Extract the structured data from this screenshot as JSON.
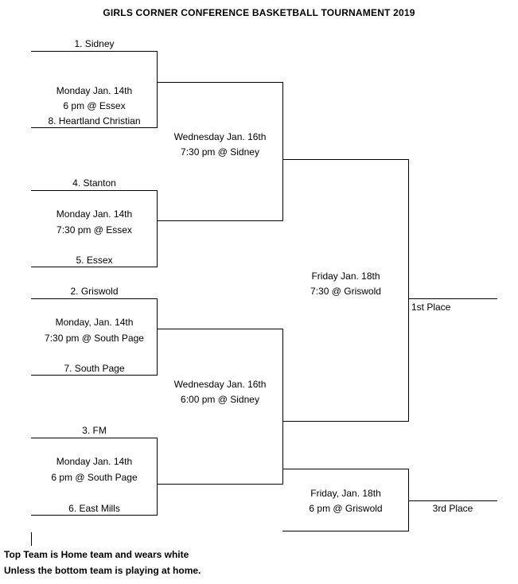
{
  "title": "GIRLS CORNER CONFERENCE BASKETBALL TOURNAMENT 2019",
  "round1": [
    {
      "top_team": "1. Sidney",
      "date": "Monday Jan. 14th",
      "time_place": "6 pm @ Essex",
      "bottom_team": "8. Heartland Christian"
    },
    {
      "top_team": "4. Stanton",
      "date": "Monday Jan. 14th",
      "time_place": "7:30 pm @ Essex",
      "bottom_team": "5. Essex"
    },
    {
      "top_team": "2. Griswold",
      "date": "Monday, Jan. 14th",
      "time_place": "7:30 pm @ South Page",
      "bottom_team": "7. South Page"
    },
    {
      "top_team": "3. FM",
      "date": "Monday Jan. 14th",
      "time_place": "6 pm @ South Page",
      "bottom_team": "6. East Mills"
    }
  ],
  "semifinals": [
    {
      "date": "Wednesday Jan. 16th",
      "time_place": "7:30 pm @ Sidney"
    },
    {
      "date": "Wednesday Jan. 16th",
      "time_place": "6:00 pm @ Sidney"
    }
  ],
  "championship": {
    "date": "Friday Jan. 18th",
    "time_place": "7:30 @ Griswold",
    "result_label": "1st Place"
  },
  "third_place": {
    "date": "Friday, Jan. 18th",
    "time_place": "6 pm @ Griswold",
    "result_label": "3rd Place"
  },
  "notes": [
    "Top Team is Home team and wears white",
    "Unless the bottom team is playing at home."
  ]
}
